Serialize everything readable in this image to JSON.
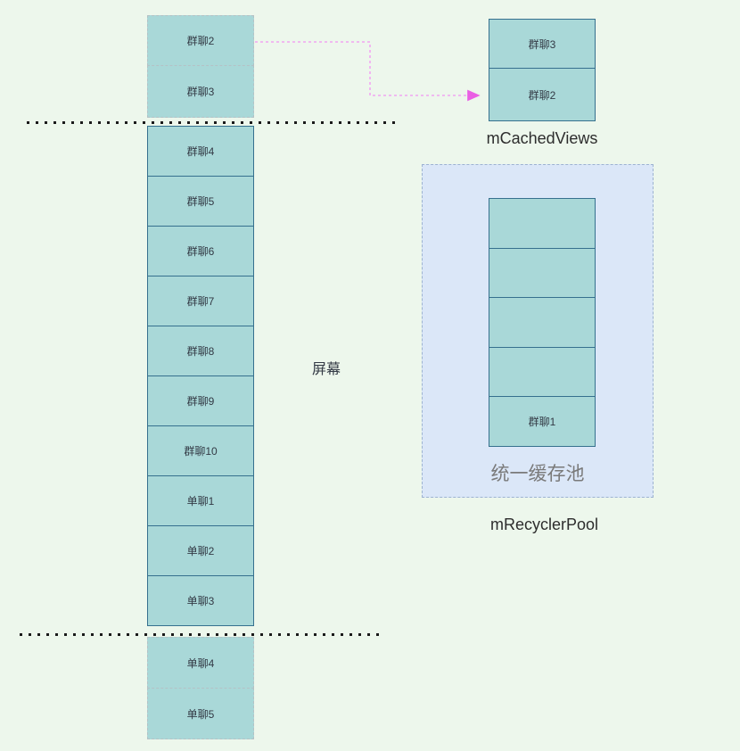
{
  "colors": {
    "page_bg": "#edf7ec",
    "cell_fill": "#a9d8d8",
    "cell_border": "#36708e",
    "dashed_cell_border": "#b4c2c6",
    "pool_bg": "#dbe7f8",
    "pool_border": "#9db3d1",
    "arrow_line": "#f2a6f2",
    "arrow_head": "#ea5fe4",
    "dotted_line": "#1a1a1a",
    "label_dark": "#2d2d2d",
    "muted_label": "#7a7a7a"
  },
  "screen": {
    "label": "屏幕",
    "above_cells": [
      "群聊2",
      "群聊3"
    ],
    "visible_cells": [
      "群聊4",
      "群聊5",
      "群聊6",
      "群聊7",
      "群聊8",
      "群聊9",
      "群聊10",
      "单聊1",
      "单聊2",
      "单聊3"
    ],
    "below_cells": [
      "单聊4",
      "单聊5"
    ]
  },
  "cached_views": {
    "label": "mCachedViews",
    "cells": [
      "群聊3",
      "群聊2"
    ]
  },
  "recycler_pool": {
    "label": "mRecyclerPool",
    "inner_label": "统一缓存池",
    "cells": [
      "",
      "",
      "",
      "",
      "群聊1"
    ]
  }
}
